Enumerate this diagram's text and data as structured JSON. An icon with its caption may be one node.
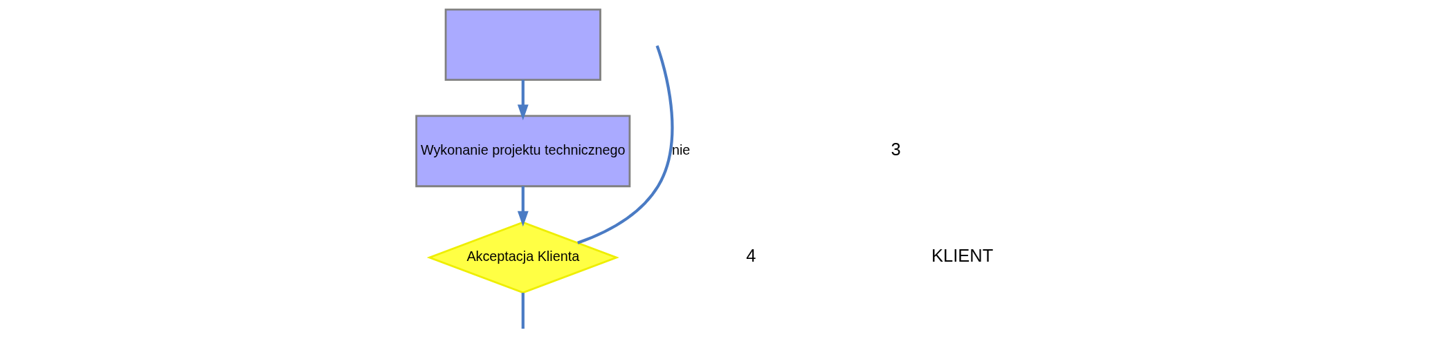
{
  "diagram": {
    "nodes": [
      {
        "text": [],
        "shape": "box"
      },
      {
        "text": [
          "Wykonanie projektu technicznego"
        ]
      },
      {
        "text": [
          "Akceptacja Klienta"
        ]
      }
    ],
    "edges": [
      {
        "from": 0,
        "to": 1,
        "arrow": "to"
      },
      {
        "from": 1,
        "to": 2,
        "arrow": "to"
      },
      {
        "from": 2,
        "to": null,
        "arrow": "none",
        "label": "nie"
      },
      {
        "from": 2,
        "to": null,
        "arrow": "none"
      }
    ],
    "labels": [
      "3",
      "4",
      "KLIENT"
    ]
  }
}
